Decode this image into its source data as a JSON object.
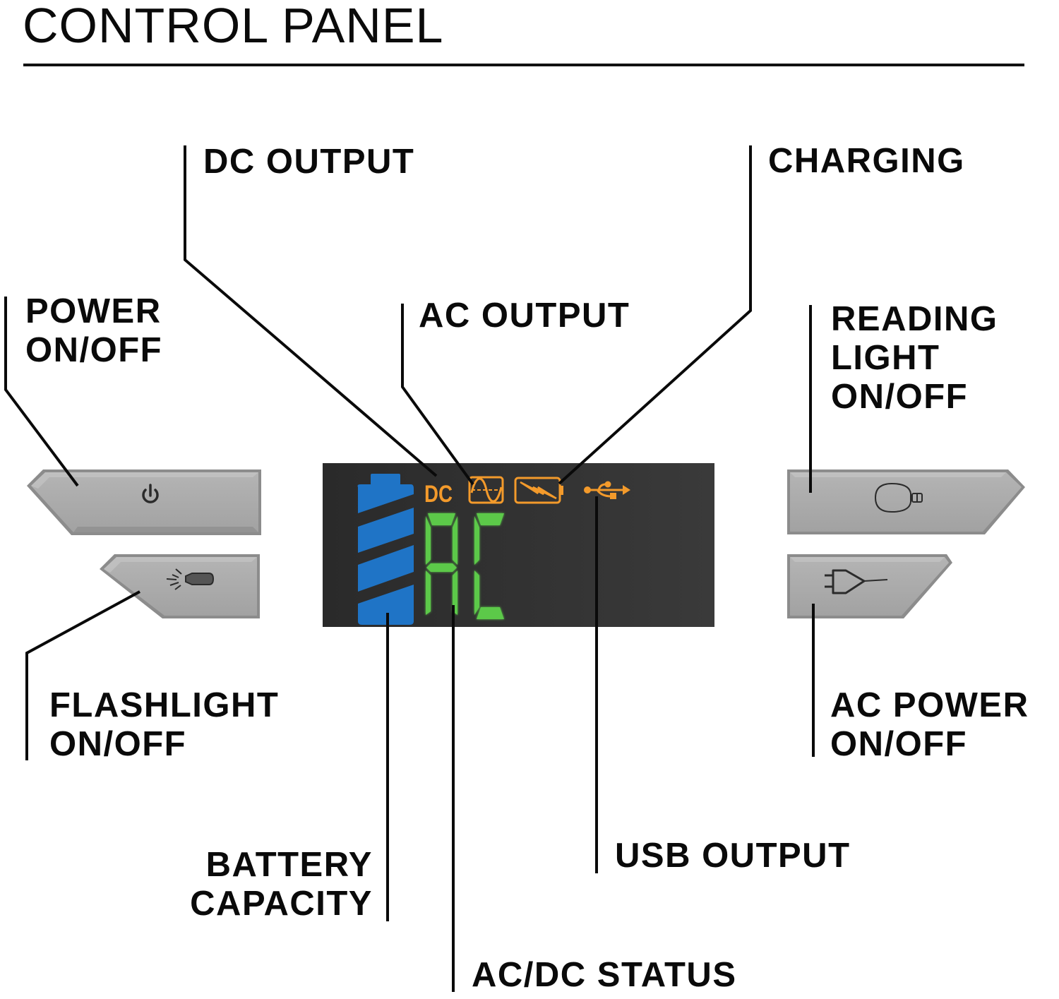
{
  "page": {
    "title": "CONTROL PANEL"
  },
  "colors": {
    "text": "#0a0a0a",
    "lcd_background": "#2e2e2e",
    "battery_blue": "#1f74c6",
    "segment_green": "#5cc94a",
    "indicator_orange": "#f39a2b",
    "button_gray": "#9a9a9a"
  },
  "labels": {
    "dc_output": [
      "DC OUTPUT"
    ],
    "charging": [
      "CHARGING"
    ],
    "power": [
      "POWER",
      "ON/OFF"
    ],
    "ac_output": [
      "AC OUTPUT"
    ],
    "reading_light": [
      "READING",
      "LIGHT",
      "ON/OFF"
    ],
    "flashlight": [
      "FLASHLIGHT",
      "ON/OFF"
    ],
    "ac_power": [
      "AC POWER",
      "ON/OFF"
    ],
    "battery_capacity": [
      "BATTERY",
      "CAPACITY"
    ],
    "usb_output": [
      "USB OUTPUT"
    ],
    "acdc_status": [
      "AC/DC STATUS"
    ]
  },
  "lcd": {
    "dc_indicator": "DC",
    "status_readout": "AC",
    "battery_level": {
      "bars_filled": 4,
      "bars_total": 4
    },
    "icons": [
      "dc-indicator",
      "ac-sine-wave-icon",
      "charging-battery-bolt-icon",
      "usb-icon"
    ]
  },
  "buttons": [
    {
      "name": "power-button",
      "icon": "power-icon"
    },
    {
      "name": "flashlight-button",
      "icon": "flashlight-icon"
    },
    {
      "name": "reading-light-button",
      "icon": "light-bulb-icon"
    },
    {
      "name": "ac-power-button",
      "icon": "plug-icon"
    }
  ]
}
